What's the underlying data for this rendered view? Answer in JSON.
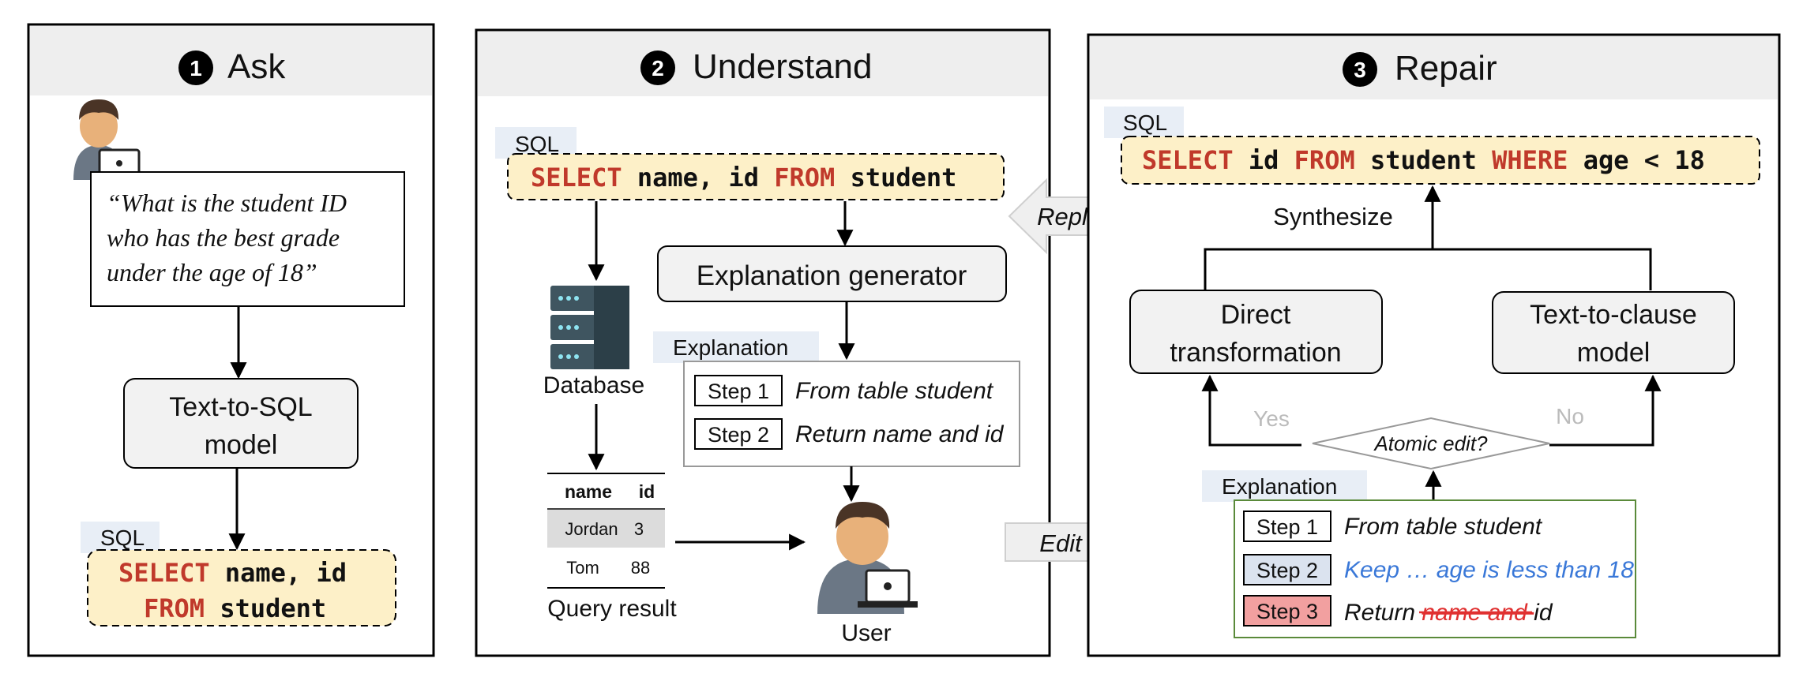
{
  "panels": {
    "ask": {
      "number": "1",
      "title": "Ask"
    },
    "understand": {
      "number": "2",
      "title": "Understand"
    },
    "repair": {
      "number": "3",
      "title": "Repair"
    }
  },
  "ask": {
    "question_lines": [
      "“What is the student ID",
      "who has the best grade",
      "under the age of 18”"
    ],
    "model_lines": [
      "Text-to-SQL",
      "model"
    ],
    "sql_tag": "SQL",
    "sql_line1": {
      "kw1": "SELECT",
      "rest1": " name, id"
    },
    "sql_line2": {
      "kw2": "FROM",
      "rest2": " student"
    }
  },
  "understand": {
    "sql_tag": "SQL",
    "sql": {
      "kw1": "SELECT",
      "mid": " name, id ",
      "kw2": "FROM",
      "end": " student"
    },
    "generator": "Explanation generator",
    "database_label": "Database",
    "explanation_tag": "Explanation",
    "steps": [
      {
        "label": "Step 1",
        "text": "From table student"
      },
      {
        "label": "Step 2",
        "text": "Return name and id"
      }
    ],
    "table": {
      "headers": [
        "name",
        "id"
      ],
      "rows": [
        [
          "Jordan",
          "3"
        ],
        [
          "Tom",
          "88"
        ]
      ]
    },
    "query_result_label": "Query result",
    "user_label": "User"
  },
  "arrows": {
    "replace": "Replace",
    "edit": "Edit"
  },
  "repair": {
    "sql_tag": "SQL",
    "sql": {
      "kw1": "SELECT",
      "p1": " id ",
      "kw2": "FROM",
      "p2": " student ",
      "kw3": "WHERE",
      "p3": " age < 18"
    },
    "synthesize": "Synthesize",
    "direct_lines": [
      "Direct",
      "transformation"
    ],
    "t2c_lines": [
      "Text-to-clause",
      "model"
    ],
    "decision": "Atomic edit?",
    "yes": "Yes",
    "no": "No",
    "explanation_tag": "Explanation",
    "steps": [
      {
        "label": "Step 1",
        "text": "From table student"
      },
      {
        "label": "Step 2",
        "text": "Keep … age is less than 18"
      },
      {
        "label": "Step 3",
        "text_prefix": "Return ",
        "struck": "name and ",
        "text_suffix": "id"
      }
    ]
  },
  "colors": {
    "keyword": "#c0392b",
    "sql_fill": "#fdf0c8",
    "tag_fill": "#e8eef6",
    "header_fill": "#eeeeee",
    "node_fill": "#f2f2f2",
    "added_text": "#3a78d8",
    "removed_text": "#e03030",
    "step2_fill": "#dbe3ef",
    "step3_fill": "#f2a0a0",
    "explanation_border": "#5a8a3a"
  }
}
